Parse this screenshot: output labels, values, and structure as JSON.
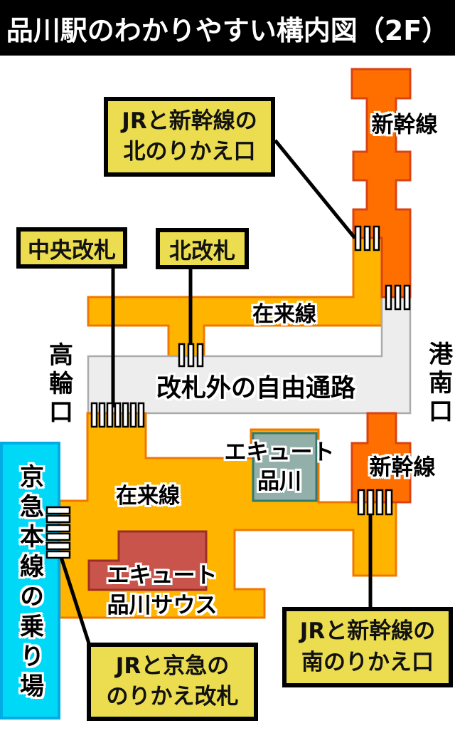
{
  "header": {
    "title": "品川駅のわかりやすい構内図（2F）"
  },
  "map_labels": {
    "shinkansen_north": "新幹線",
    "shinkansen_south": "新幹線",
    "zairaisen_north": "在来線",
    "zairaisen_south": "在来線",
    "free_passage": "改札外の自由通路",
    "takanawa_exit": "高輪口",
    "konan_exit": "港南口",
    "keikyu_platform": "京急本線の乗り場",
    "ecute_shinagawa_line1": "エキュート",
    "ecute_shinagawa_line2": "品川",
    "ecute_south_line1": "エキュート",
    "ecute_south_line2": "品川サウス"
  },
  "callouts": {
    "north_transfer_line1": "JRと新幹線の",
    "north_transfer_line2": "北のりかえ口",
    "central_gate": "中央改札",
    "north_gate": "北改札",
    "south_transfer_line1": "JRと新幹線の",
    "south_transfer_line2": "南のりかえ口",
    "keikyu_transfer_line1": "JRと京急の",
    "keikyu_transfer_line2": "のりかえ改札"
  },
  "icons": {
    "ticket_gate": "ticket-gate-bars"
  },
  "colors": {
    "title_bg": "#000000",
    "title_text": "#FFFFFF",
    "shinkansen_fill": "#FF6F00",
    "shinkansen_border": "#D84315",
    "jr_line_fill": "#FFB400",
    "jr_line_border": "#F07800",
    "passage_fill": "#EDEDED",
    "passage_border": "#ABABAB",
    "ecute_shinagawa_fill": "#93AFA9",
    "ecute_shinagawa_border": "#2F7A70",
    "ecute_south_fill": "#C9544B",
    "ecute_south_border": "#9C2F23",
    "keikyu_fill": "#00D8F8",
    "keikyu_border": "#00ACE4",
    "callout_fill": "#EBDD4F",
    "callout_border": "#000000",
    "gate_bar_fill": "#FFFFFF",
    "gate_bar_border": "#000000",
    "leader_line": "#000000"
  }
}
